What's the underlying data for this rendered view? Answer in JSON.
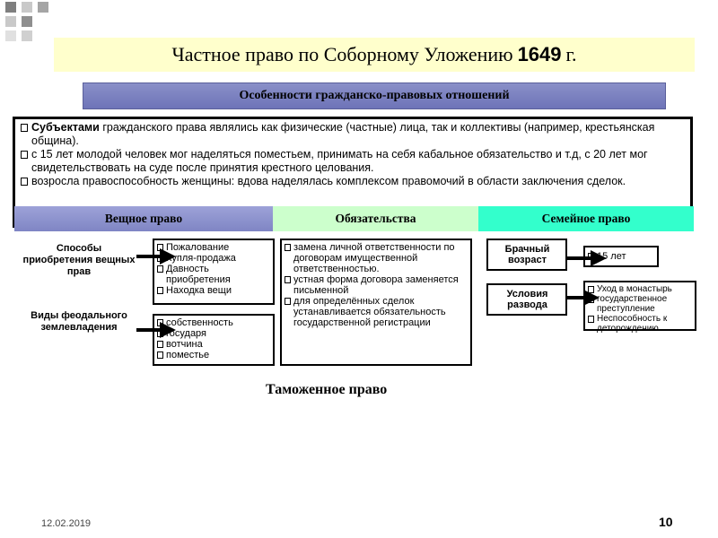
{
  "title": {
    "before_year": "Частное право по Соборному Уложению",
    "year": "1649",
    "after_year": "г."
  },
  "features_header": "Особенности гражданско-правовых отношений",
  "subjects": {
    "items": [
      {
        "bold": "Субъектами",
        "text": " гражданского права являлись как физические (частные) лица, так и коллективы (например, крестьянская община)."
      },
      {
        "bold": "",
        "text": "с 15 лет молодой человек мог наделяться поместьем, принимать на себя кабальное обязательство и т.д, с 20 лет мог свидетельствовать на суде после принятия крестного целования."
      },
      {
        "bold": "",
        "text": "возросла правоспособность женщины: вдова наделялась комплексом правомочий в области заключения сделок."
      }
    ]
  },
  "columns": {
    "property": "Вещное право",
    "obligations": "Обязательства",
    "family": "Семейное право"
  },
  "property": {
    "acquisition_label": "Способы приобретения вещных прав",
    "acquisition_items": [
      "Пожалование",
      "Купля-продажа",
      "Давность приобретения",
      "Находка вещи"
    ],
    "landholding_label": "Виды феодального землевладения",
    "landholding_items": [
      "собственность",
      "государя",
      "вотчина",
      "поместье"
    ]
  },
  "obligations": {
    "items": [
      "замена личной ответственности по договорам имущественной ответственностью.",
      "устная форма договора заменяется письменной",
      "для определённых сделок устанавливается обязательность государственной регистрации"
    ]
  },
  "family": {
    "marriage_age_label": "Брачный возраст",
    "marriage_age_value": "15 лет",
    "divorce_label": "Условия развода",
    "divorce_items": [
      "Уход в монастырь",
      "государственное преступление",
      "Неспособность к деторождению"
    ]
  },
  "customs_law": "Таможенное право",
  "footer": {
    "date": "12.02.2019",
    "page": "10"
  },
  "colors": {
    "title_bg": "#ffffcc",
    "property_header": "#8a90c8",
    "obligations_header": "#ccffcc",
    "family_header": "#33ffcc"
  }
}
